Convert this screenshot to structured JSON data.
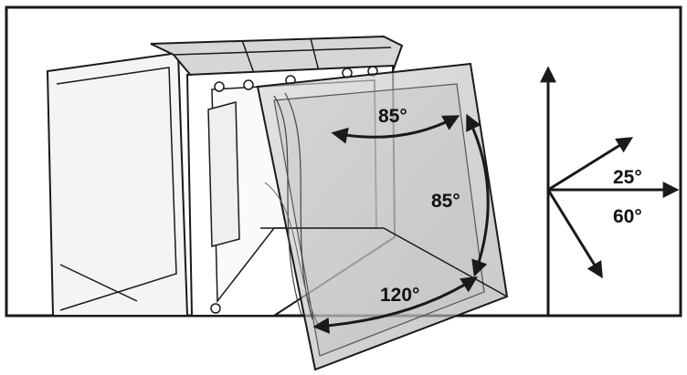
{
  "labels": {
    "top_arc": "85°",
    "side_arc": "85°",
    "bottom_arc": "120°",
    "axis_up_angle": "25°",
    "axis_down_angle": "60°"
  },
  "colors": {
    "line": "#1a1a1a",
    "door_panel": "#c9c9c9",
    "door_inner": "#b9b9b9",
    "cover_top": "#d6d6d6",
    "background": "#ffffff"
  },
  "icons": {
    "arrow": "arrow-head-icon",
    "screw": "screw-icon"
  }
}
